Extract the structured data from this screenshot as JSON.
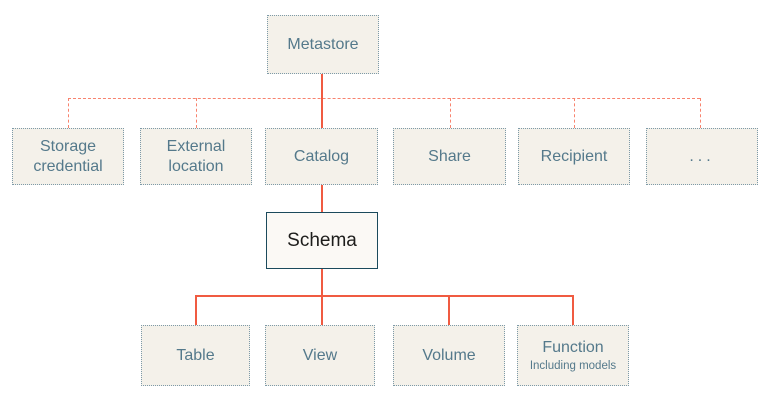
{
  "diagram": {
    "nodes": {
      "metastore": {
        "label": "Metastore"
      },
      "storage_credential": {
        "label": "Storage credential"
      },
      "external_location": {
        "label": "External location"
      },
      "catalog": {
        "label": "Catalog"
      },
      "share": {
        "label": "Share"
      },
      "recipient": {
        "label": "Recipient"
      },
      "more": {
        "label": "..."
      },
      "schema": {
        "label": "Schema"
      },
      "table": {
        "label": "Table"
      },
      "view": {
        "label": "View"
      },
      "volume": {
        "label": "Volume"
      },
      "function": {
        "label": "Function",
        "sublabel": "Including models"
      }
    }
  },
  "colors": {
    "canvas_bg": "#ffffff",
    "box_fill": "#f4f1ea",
    "box_border": "#7d9aa8",
    "box_text": "#54798b",
    "schema_fill": "#fbf9f5",
    "schema_border": "#1b4a5c",
    "schema_text": "#1d1d1b",
    "solid_connector": "#f05b41",
    "dashed_connector": "#f8836e"
  }
}
